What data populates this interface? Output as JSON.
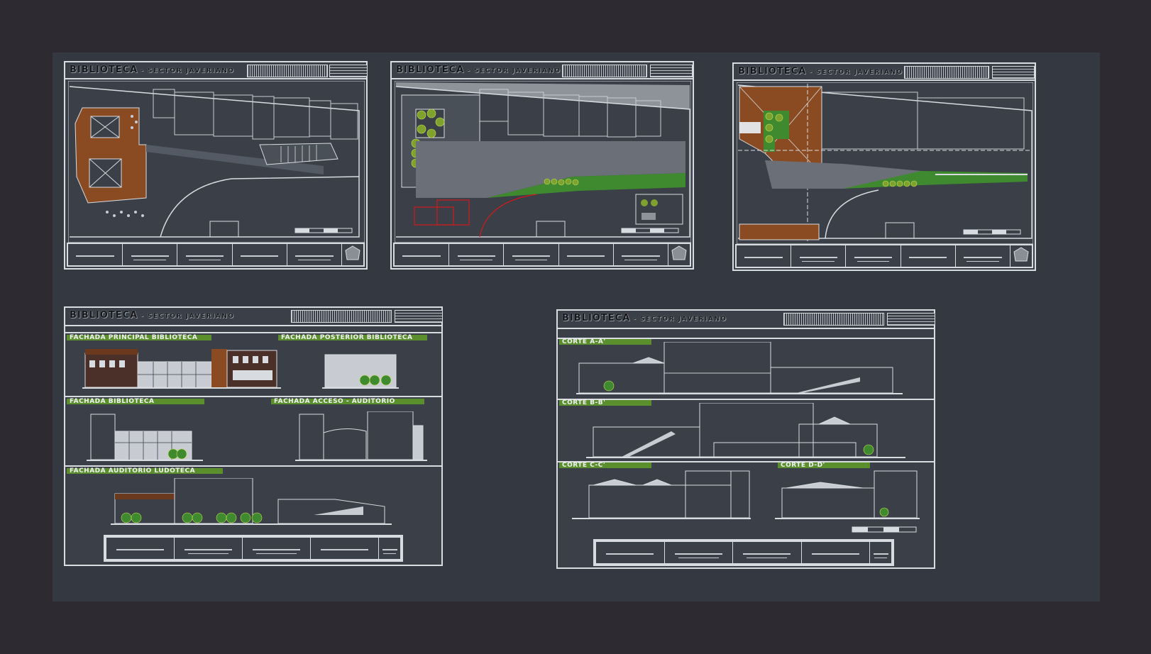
{
  "colors": {
    "background": "#2e2a32",
    "canvas": "#333841",
    "lines": "#d8dce0",
    "wood": "#8a4a22",
    "vegetation": "#3f8a2e",
    "label_green": "#5b8f2e",
    "accent_red": "#d11a1a"
  },
  "sheets": [
    {
      "id": "sheet-1",
      "title": "BIBLIOTECA",
      "subtitle": "- SECTOR JAVERIANO",
      "kind": "plan"
    },
    {
      "id": "sheet-2",
      "title": "BIBLIOTECA",
      "subtitle": "- SECTOR JAVERIANO",
      "kind": "plan"
    },
    {
      "id": "sheet-3",
      "title": "BIBLIOTECA",
      "subtitle": "- SECTOR JAVERIANO",
      "kind": "plan"
    },
    {
      "id": "sheet-4",
      "title": "BIBLIOTECA",
      "subtitle": "- SECTOR JAVERIANO",
      "kind": "elevations",
      "labels": [
        "FACHADA PRINCIPAL BIBLIOTECA",
        "FACHADA POSTERIOR BIBLIOTECA",
        "FACHADA BIBLIOTECA",
        "FACHADA ACCESO - AUDITORIO",
        "FACHADA AUDITORIO LUDOTECA"
      ]
    },
    {
      "id": "sheet-5",
      "title": "BIBLIOTECA",
      "subtitle": "- SECTOR JAVERIANO",
      "kind": "sections",
      "labels": [
        "CORTE A-A'",
        "CORTE B-B'",
        "CORTE C-C'",
        "CORTE D-D'"
      ]
    }
  ],
  "icons": [
    "stamp-icon",
    "north-arrow-icon",
    "scale-bar-icon",
    "tree-icon"
  ]
}
